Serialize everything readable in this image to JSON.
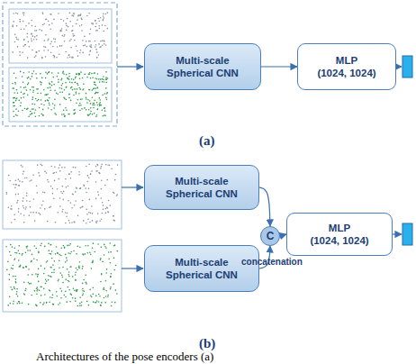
{
  "diagram": {
    "caption": "Architectures of the pose encoders (a)",
    "nodes": [
      {
        "text": [
          "Multi-scale Spherical CNN"
        ]
      },
      {
        "text": [
          "MLP",
          "(1024, 1024)"
        ]
      },
      {
        "text": [
          "Multi-scale Spherical CNN"
        ]
      },
      {
        "text": [
          "Multi-scale Spherical CNN"
        ]
      },
      {
        "text": [
          "C"
        ]
      },
      {
        "text": [
          "MLP",
          "(1024, 1024)"
        ]
      }
    ],
    "edges": [
      {
        "from": 0,
        "to": 1,
        "arrow": "to"
      },
      {
        "from": 2,
        "to": 4,
        "arrow": "to"
      },
      {
        "from": 3,
        "to": 4,
        "arrow": "to"
      },
      {
        "from": 4,
        "to": 5,
        "arrow": "to"
      }
    ],
    "labels": [
      "(a)",
      "concatenation",
      "(b)"
    ]
  }
}
